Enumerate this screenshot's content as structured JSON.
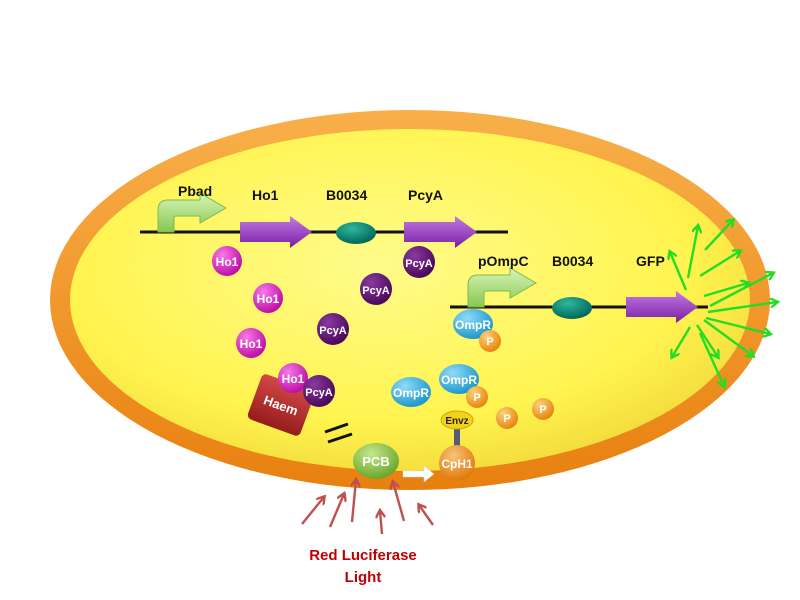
{
  "colors": {
    "membrane": "#f7941d",
    "cytoplasm": "#fff44f",
    "ho1": "#e020c8",
    "pcya": "#5a0c6e",
    "gene_arrow": "#9b30c8",
    "rbs": "#00806e",
    "promoter_arrow": "#a8e07a",
    "ompr": "#38b4e6",
    "phosphate": "#f7a21b",
    "haem": "#b42828",
    "pcb": "#8cc63f",
    "cph1": "#f7941d",
    "light_arrow": "#c0504d",
    "gfp_emission": "#22dd22"
  },
  "top_circuit": {
    "promoter_label": "Pbad",
    "gene1_label": "Ho1",
    "rbs_label": "B0034",
    "gene2_label": "PcyA"
  },
  "bottom_circuit": {
    "promoter_label": "pOmpC",
    "rbs_label": "B0034",
    "gene_label": "GFP"
  },
  "molecules": {
    "ho1": "Ho1",
    "pcya": "PcyA",
    "ompr": "OmpR",
    "phosphate": "P",
    "haem": "Haem",
    "pcb": "PCB",
    "cph1": "CpH1",
    "envz": "Envz"
  },
  "light_source": {
    "line1": "Red Luciferase",
    "line2": "Light"
  }
}
